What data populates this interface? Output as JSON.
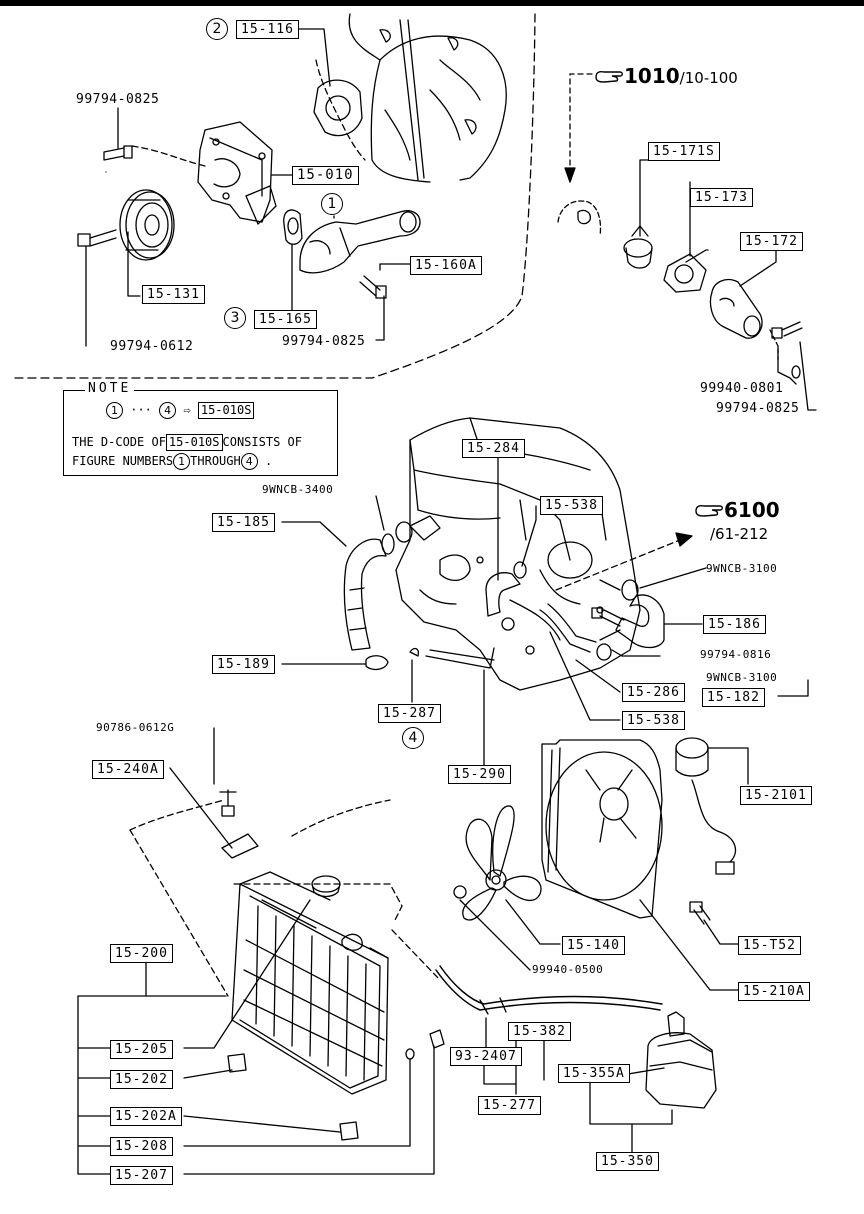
{
  "references": {
    "thermostat_ref_main": "1010",
    "thermostat_ref_sub": "/10-100",
    "hose_ref_main": "6100",
    "hose_ref_sub": "/61-212"
  },
  "note": {
    "title": "NOTE",
    "line1_from": "1",
    "line1_dots": "···",
    "line1_to": "4",
    "line1_arrow": "⇨",
    "line1_code": "15-010S",
    "line2_prefix": "THE D-CODE OF",
    "line2_code": "15-010S",
    "line2_suffix": "CONSISTS OF",
    "line3_prefix": "FIGURE NUMBERS",
    "line3_from": "1",
    "line3_mid": "THROUGH",
    "line3_to": "4",
    "line3_end": "."
  },
  "callouts": {
    "c1": "1",
    "c2": "2",
    "c3": "3",
    "c4": "4"
  },
  "parts": {
    "p15_116": "15-116",
    "p15_010": "15-010",
    "p15_160A": "15-160A",
    "p15_131": "15-131",
    "p15_165": "15-165",
    "p15_171S": "15-171S",
    "p15_173": "15-173",
    "p15_172": "15-172",
    "p15_284": "15-284",
    "p15_538a": "15-538",
    "p15_185": "15-185",
    "p15_186": "15-186",
    "p15_189": "15-189",
    "p15_286": "15-286",
    "p15_182": "15-182",
    "p15_538b": "15-538",
    "p15_287": "15-287",
    "p15_290": "15-290",
    "p15_240A": "15-240A",
    "p15_2101": "15-2101",
    "p15_140": "15-140",
    "p15_T52": "15-T52",
    "p15_210A": "15-210A",
    "p15_200": "15-200",
    "p15_205": "15-205",
    "p15_202": "15-202",
    "p15_202A": "15-202A",
    "p15_208": "15-208",
    "p15_207": "15-207",
    "p15_382": "15-382",
    "p93_2407": "93-2407",
    "p15_277": "15-277",
    "p15_355A": "15-355A",
    "p15_350": "15-350"
  },
  "fasteners": {
    "f99794_0825_top": "99794-0825",
    "f99794_0612": "99794-0612",
    "f99794_0825_mid": "99794-0825",
    "f99940_0801": "99940-0801",
    "f99794_0825_right": "99794-0825",
    "f9WNCB_3400": "9WNCB-3400",
    "f9WNCB_3100a": "9WNCB-3100",
    "f99794_0816": "99794-0816",
    "f9WNCB_3100b": "9WNCB-3100",
    "f90786_0612G": "90786-0612G",
    "f99940_0500": "99940-0500"
  }
}
